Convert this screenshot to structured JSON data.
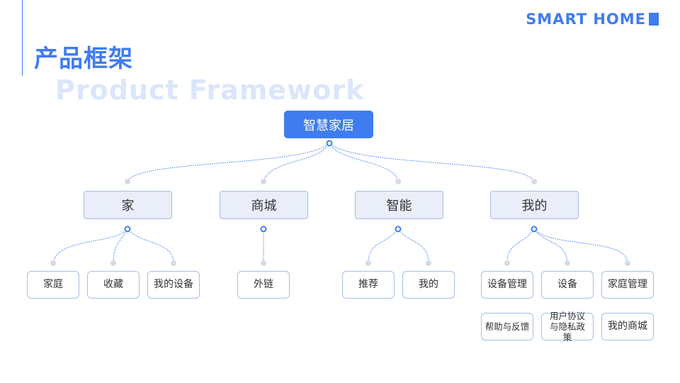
{
  "header": {
    "brand": "SMART  HOME",
    "title_cn": "产品框架",
    "title_en": "Product Framework"
  },
  "root": "智慧家居",
  "branches": [
    {
      "label": "家",
      "children": [
        "家庭",
        "收藏",
        "我的设备"
      ]
    },
    {
      "label": "商城",
      "children": [
        "外链"
      ]
    },
    {
      "label": "智能",
      "children": [
        "推荐",
        "我的"
      ]
    },
    {
      "label": "我的",
      "children": [
        "设备管理",
        "设备",
        "家庭管理"
      ],
      "extra": [
        "帮助与反馈",
        "用户协议与隐私政策",
        "我的商城"
      ]
    }
  ],
  "colors": {
    "accent": "#3f7cf0",
    "node_fill": "#e9eef8",
    "border": "#a9bde6"
  }
}
